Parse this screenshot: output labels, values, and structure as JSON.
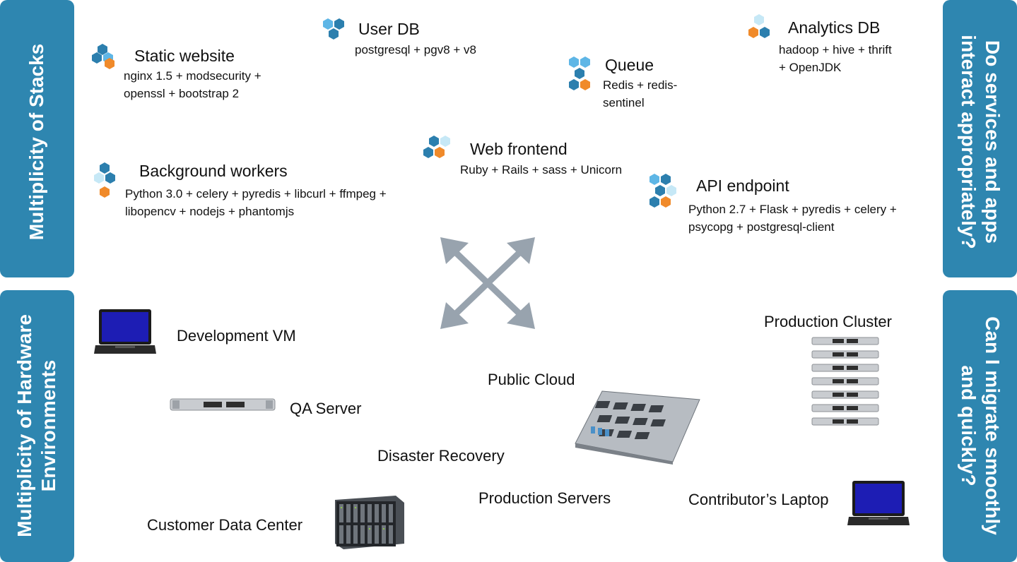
{
  "panels": {
    "stacks": "Multiplicity of Stacks",
    "hardware": [
      "Multiplicity of Hardware",
      "Environments"
    ],
    "services": [
      "Do services and apps",
      "interact appropriately?"
    ],
    "migrate": [
      "Can I migrate smoothly",
      "and quickly?"
    ]
  },
  "stacks": [
    {
      "title": "Static website",
      "desc": "nginx 1.5 + modsecurity + openssl + bootstrap 2"
    },
    {
      "title": "User DB",
      "desc": "postgresql + pgv8 + v8"
    },
    {
      "title": "Queue",
      "desc": "Redis + redis-sentinel"
    },
    {
      "title": "Analytics DB",
      "desc": "hadoop + hive + thrift + OpenJDK"
    },
    {
      "title": "Web frontend",
      "desc": "Ruby + Rails + sass + Unicorn"
    },
    {
      "title": "Background workers",
      "desc": "Python 3.0 + celery + pyredis + libcurl + ffmpeg + libopencv + nodejs + phantomjs"
    },
    {
      "title": "API endpoint",
      "desc": "Python 2.7 + Flask + pyredis + celery + psycopg + postgresql-client"
    }
  ],
  "environments": [
    "Development VM",
    "QA Server",
    "Public Cloud",
    "Disaster Recovery",
    "Production Servers",
    "Customer Data Center",
    "Production Cluster",
    "Contributor’s Laptop"
  ],
  "icons": {
    "stack_icon": "hexagon-cluster-icon",
    "laptop": "laptop-icon",
    "server": "rack-server-icon",
    "board": "server-board-icon",
    "blade": "blade-chassis-icon",
    "arrows": "cross-arrows-icon"
  },
  "colors": {
    "panel": "#2e86b0",
    "hex_dark": "#2c7fae",
    "hex_light": "#5eb6e6",
    "hex_pale": "#c6e8f6",
    "hex_orange": "#f08a2a",
    "arrow": "#98a3ae"
  }
}
